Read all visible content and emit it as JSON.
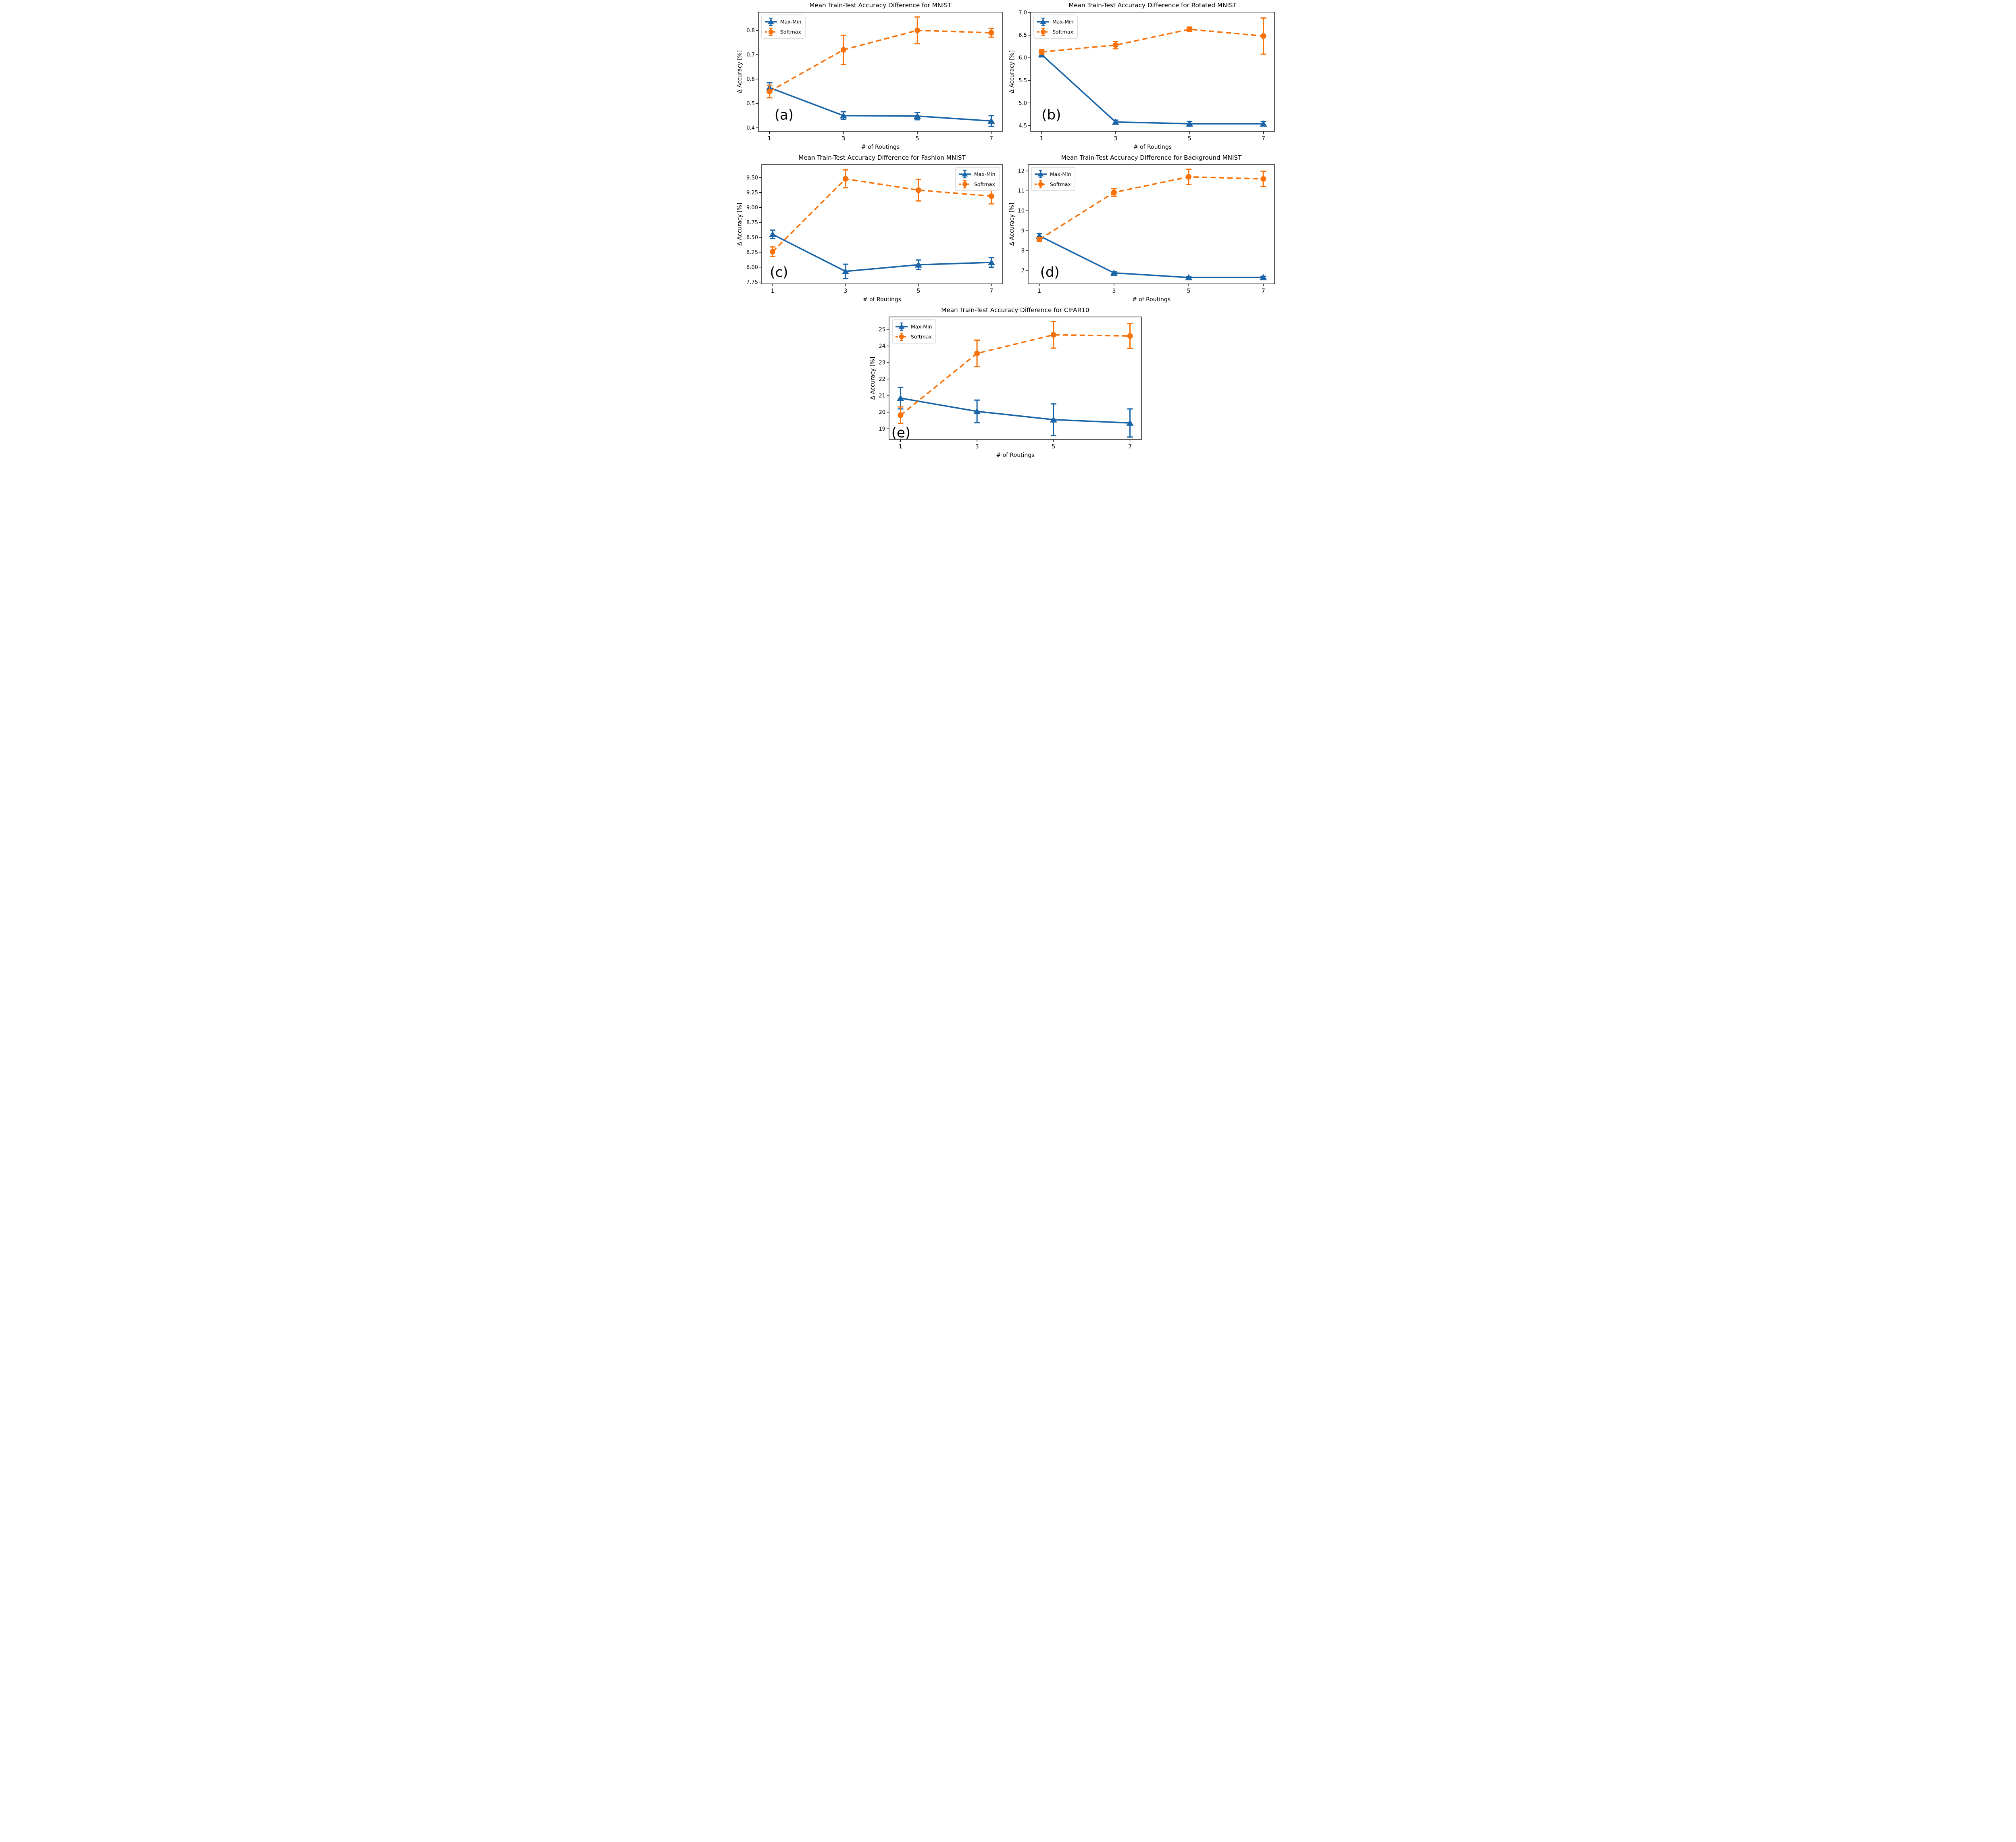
{
  "figure_title": "Mean Train-Test Accuracy Difference figure (5 panels)",
  "colors": {
    "max_min": "#1a65a8",
    "softmax": "#f87209",
    "axis": "#000000",
    "legend_border": "#cccccc"
  },
  "legend": {
    "entries": [
      "Max-Min",
      "Softmax"
    ]
  },
  "axis_labels": {
    "x": "# of Routings",
    "y": "Δ Accuracy [%]"
  },
  "chart_data": [
    {
      "id": "a",
      "type": "line",
      "panel_label": "(a)",
      "panel_pos": [
        0.105,
        0.14
      ],
      "title": "Mean Train-Test Accuracy Difference for MNIST",
      "xlabel": "# of Routings",
      "ylabel": "Δ Accuracy [%]",
      "x": [
        1,
        3,
        5,
        7
      ],
      "xtick_labels": [
        "1",
        "3",
        "5",
        "7"
      ],
      "xlim": [
        0.7,
        7.3
      ],
      "ylim": [
        0.385,
        0.875
      ],
      "yticks": [
        {
          "v": 0.4,
          "label": "0.4"
        },
        {
          "v": 0.5,
          "label": "0.5"
        },
        {
          "v": 0.6,
          "label": "0.6"
        },
        {
          "v": 0.7,
          "label": "0.7"
        },
        {
          "v": 0.8,
          "label": "0.8"
        }
      ],
      "legend_pos": "top-left",
      "margin_left": 56,
      "series": [
        {
          "name": "Max-Min",
          "color": "#1a65a8",
          "line": "solid",
          "marker": "triangle",
          "values": [
            0.565,
            0.45,
            0.448,
            0.428
          ],
          "errors": [
            0.02,
            0.016,
            0.015,
            0.022
          ]
        },
        {
          "name": "Softmax",
          "color": "#f87209",
          "line": "dashed",
          "marker": "circle",
          "values": [
            0.549,
            0.72,
            0.8,
            0.79
          ],
          "errors": [
            0.026,
            0.06,
            0.055,
            0.018
          ]
        }
      ]
    },
    {
      "id": "b",
      "type": "line",
      "panel_label": "(b)",
      "panel_pos": [
        0.085,
        0.14
      ],
      "title": "Mean Train-Test Accuracy Difference for Rotated MNIST",
      "xlabel": "# of Routings",
      "ylabel": "Δ Accuracy [%]",
      "x": [
        1,
        3,
        5,
        7
      ],
      "xtick_labels": [
        "1",
        "3",
        "5",
        "7"
      ],
      "xlim": [
        0.7,
        7.3
      ],
      "ylim": [
        4.37,
        7.01
      ],
      "yticks": [
        {
          "v": 4.5,
          "label": "4.5"
        },
        {
          "v": 5.0,
          "label": "5.0"
        },
        {
          "v": 5.5,
          "label": "5.5"
        },
        {
          "v": 6.0,
          "label": "6.0"
        },
        {
          "v": 6.5,
          "label": "6.5"
        },
        {
          "v": 7.0,
          "label": "7.0"
        }
      ],
      "legend_pos": "top-left",
      "margin_left": 56,
      "series": [
        {
          "name": "Max-Min",
          "color": "#1a65a8",
          "line": "solid",
          "marker": "triangle",
          "values": [
            6.07,
            4.58,
            4.54,
            4.54
          ],
          "errors": [
            0.05,
            0.04,
            0.05,
            0.05
          ]
        },
        {
          "name": "Softmax",
          "color": "#f87209",
          "line": "dashed",
          "marker": "circle",
          "values": [
            6.13,
            6.28,
            6.63,
            6.48
          ],
          "errors": [
            0.05,
            0.08,
            0.05,
            0.4
          ]
        }
      ]
    },
    {
      "id": "c",
      "type": "line",
      "panel_label": "(c)",
      "panel_pos": [
        0.072,
        0.1
      ],
      "title": "Mean Train-Test Accuracy Difference for Fashion MNIST",
      "xlabel": "# of Routings",
      "ylabel": "Δ Accuracy [%]",
      "x": [
        1,
        3,
        5,
        7
      ],
      "xtick_labels": [
        "1",
        "3",
        "5",
        "7"
      ],
      "xlim": [
        0.7,
        7.3
      ],
      "ylim": [
        7.72,
        9.72
      ],
      "yticks": [
        {
          "v": 7.75,
          "label": "7.75"
        },
        {
          "v": 8.0,
          "label": "8.00"
        },
        {
          "v": 8.25,
          "label": "8.25"
        },
        {
          "v": 8.5,
          "label": "8.50"
        },
        {
          "v": 8.75,
          "label": "8.75"
        },
        {
          "v": 9.0,
          "label": "9.00"
        },
        {
          "v": 9.25,
          "label": "9.25"
        },
        {
          "v": 9.5,
          "label": "9.50"
        }
      ],
      "legend_pos": "top-right",
      "margin_left": 64,
      "series": [
        {
          "name": "Max-Min",
          "color": "#1a65a8",
          "line": "solid",
          "marker": "triangle",
          "values": [
            8.55,
            7.93,
            8.04,
            8.08
          ],
          "errors": [
            0.07,
            0.12,
            0.08,
            0.08
          ]
        },
        {
          "name": "Softmax",
          "color": "#f87209",
          "line": "dashed",
          "marker": "circle",
          "values": [
            8.26,
            9.48,
            9.29,
            9.19
          ],
          "errors": [
            0.08,
            0.15,
            0.18,
            0.13
          ]
        }
      ]
    },
    {
      "id": "d",
      "type": "line",
      "panel_label": "(d)",
      "panel_pos": [
        0.088,
        0.1
      ],
      "title": "Mean Train-Test Accuracy Difference for Background MNIST",
      "xlabel": "# of Routings",
      "ylabel": "Δ Accuracy [%]",
      "x": [
        1,
        3,
        5,
        7
      ],
      "xtick_labels": [
        "1",
        "3",
        "5",
        "7"
      ],
      "xlim": [
        0.7,
        7.3
      ],
      "ylim": [
        6.33,
        12.32
      ],
      "yticks": [
        {
          "v": 7,
          "label": "7"
        },
        {
          "v": 8,
          "label": "8"
        },
        {
          "v": 9,
          "label": "9"
        },
        {
          "v": 10,
          "label": "10"
        },
        {
          "v": 11,
          "label": "11"
        },
        {
          "v": 12,
          "label": "12"
        }
      ],
      "legend_pos": "top-left",
      "margin_left": 50,
      "series": [
        {
          "name": "Max-Min",
          "color": "#1a65a8",
          "line": "solid",
          "marker": "triangle",
          "values": [
            8.74,
            6.88,
            6.65,
            6.65
          ],
          "errors": [
            0.12,
            0.06,
            0.05,
            0.06
          ]
        },
        {
          "name": "Softmax",
          "color": "#f87209",
          "line": "dashed",
          "marker": "circle",
          "values": [
            8.56,
            10.92,
            11.7,
            11.6
          ],
          "errors": [
            0.1,
            0.19,
            0.38,
            0.38
          ]
        }
      ]
    },
    {
      "id": "e",
      "type": "line",
      "panel_label": "(e)",
      "panel_pos": [
        0.047,
        0.057
      ],
      "title": "Mean Train-Test Accuracy Difference for CIFAR10",
      "xlabel": "# of Routings",
      "ylabel": "Δ Accuracy [%]",
      "x": [
        1,
        3,
        5,
        7
      ],
      "xtick_labels": [
        "1",
        "3",
        "5",
        "7"
      ],
      "xlim": [
        0.7,
        7.3
      ],
      "ylim": [
        18.35,
        25.75
      ],
      "yticks": [
        {
          "v": 19,
          "label": "19"
        },
        {
          "v": 20,
          "label": "20"
        },
        {
          "v": 21,
          "label": "21"
        },
        {
          "v": 22,
          "label": "22"
        },
        {
          "v": 23,
          "label": "23"
        },
        {
          "v": 24,
          "label": "24"
        },
        {
          "v": 25,
          "label": "25"
        }
      ],
      "legend_pos": "top-left",
      "margin_left": 50,
      "series": [
        {
          "name": "Max-Min",
          "color": "#1a65a8",
          "line": "solid",
          "marker": "triangle",
          "values": [
            20.85,
            20.05,
            19.55,
            19.35
          ],
          "errors": [
            0.65,
            0.68,
            0.95,
            0.85
          ]
        },
        {
          "name": "Softmax",
          "color": "#f87209",
          "line": "dashed",
          "marker": "circle",
          "values": [
            19.82,
            23.55,
            24.67,
            24.6
          ],
          "errors": [
            0.5,
            0.8,
            0.8,
            0.75
          ]
        }
      ]
    }
  ]
}
